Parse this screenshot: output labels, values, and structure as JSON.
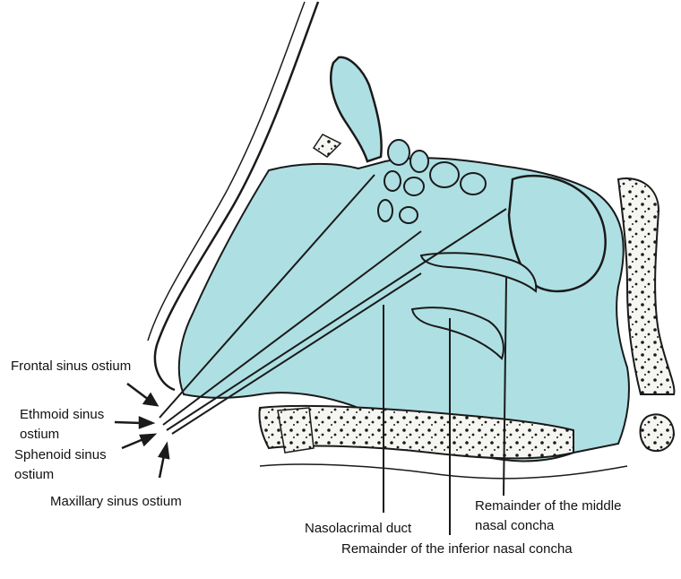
{
  "diagram": {
    "labels": {
      "frontal_sinus_ostium": "Frontal sinus ostium",
      "ethmoid_line1": "Ethmoid sinus",
      "ethmoid_line2": "ostium",
      "sphenoid_line1": "Sphenoid sinus",
      "sphenoid_line2": "ostium",
      "maxillary_sinus_ostium": "Maxillary sinus ostium",
      "nasolacrimal_duct": "Nasolacrimal duct",
      "middle_concha_line1": "Remainder of the middle",
      "middle_concha_line2": "nasal concha",
      "inferior_concha": "Remainder of the inferior nasal concha"
    },
    "colors": {
      "tissue": "#aee0e3",
      "outline": "#1a1a1a",
      "bone": "#f5f5f2",
      "background": "#ffffff"
    }
  }
}
